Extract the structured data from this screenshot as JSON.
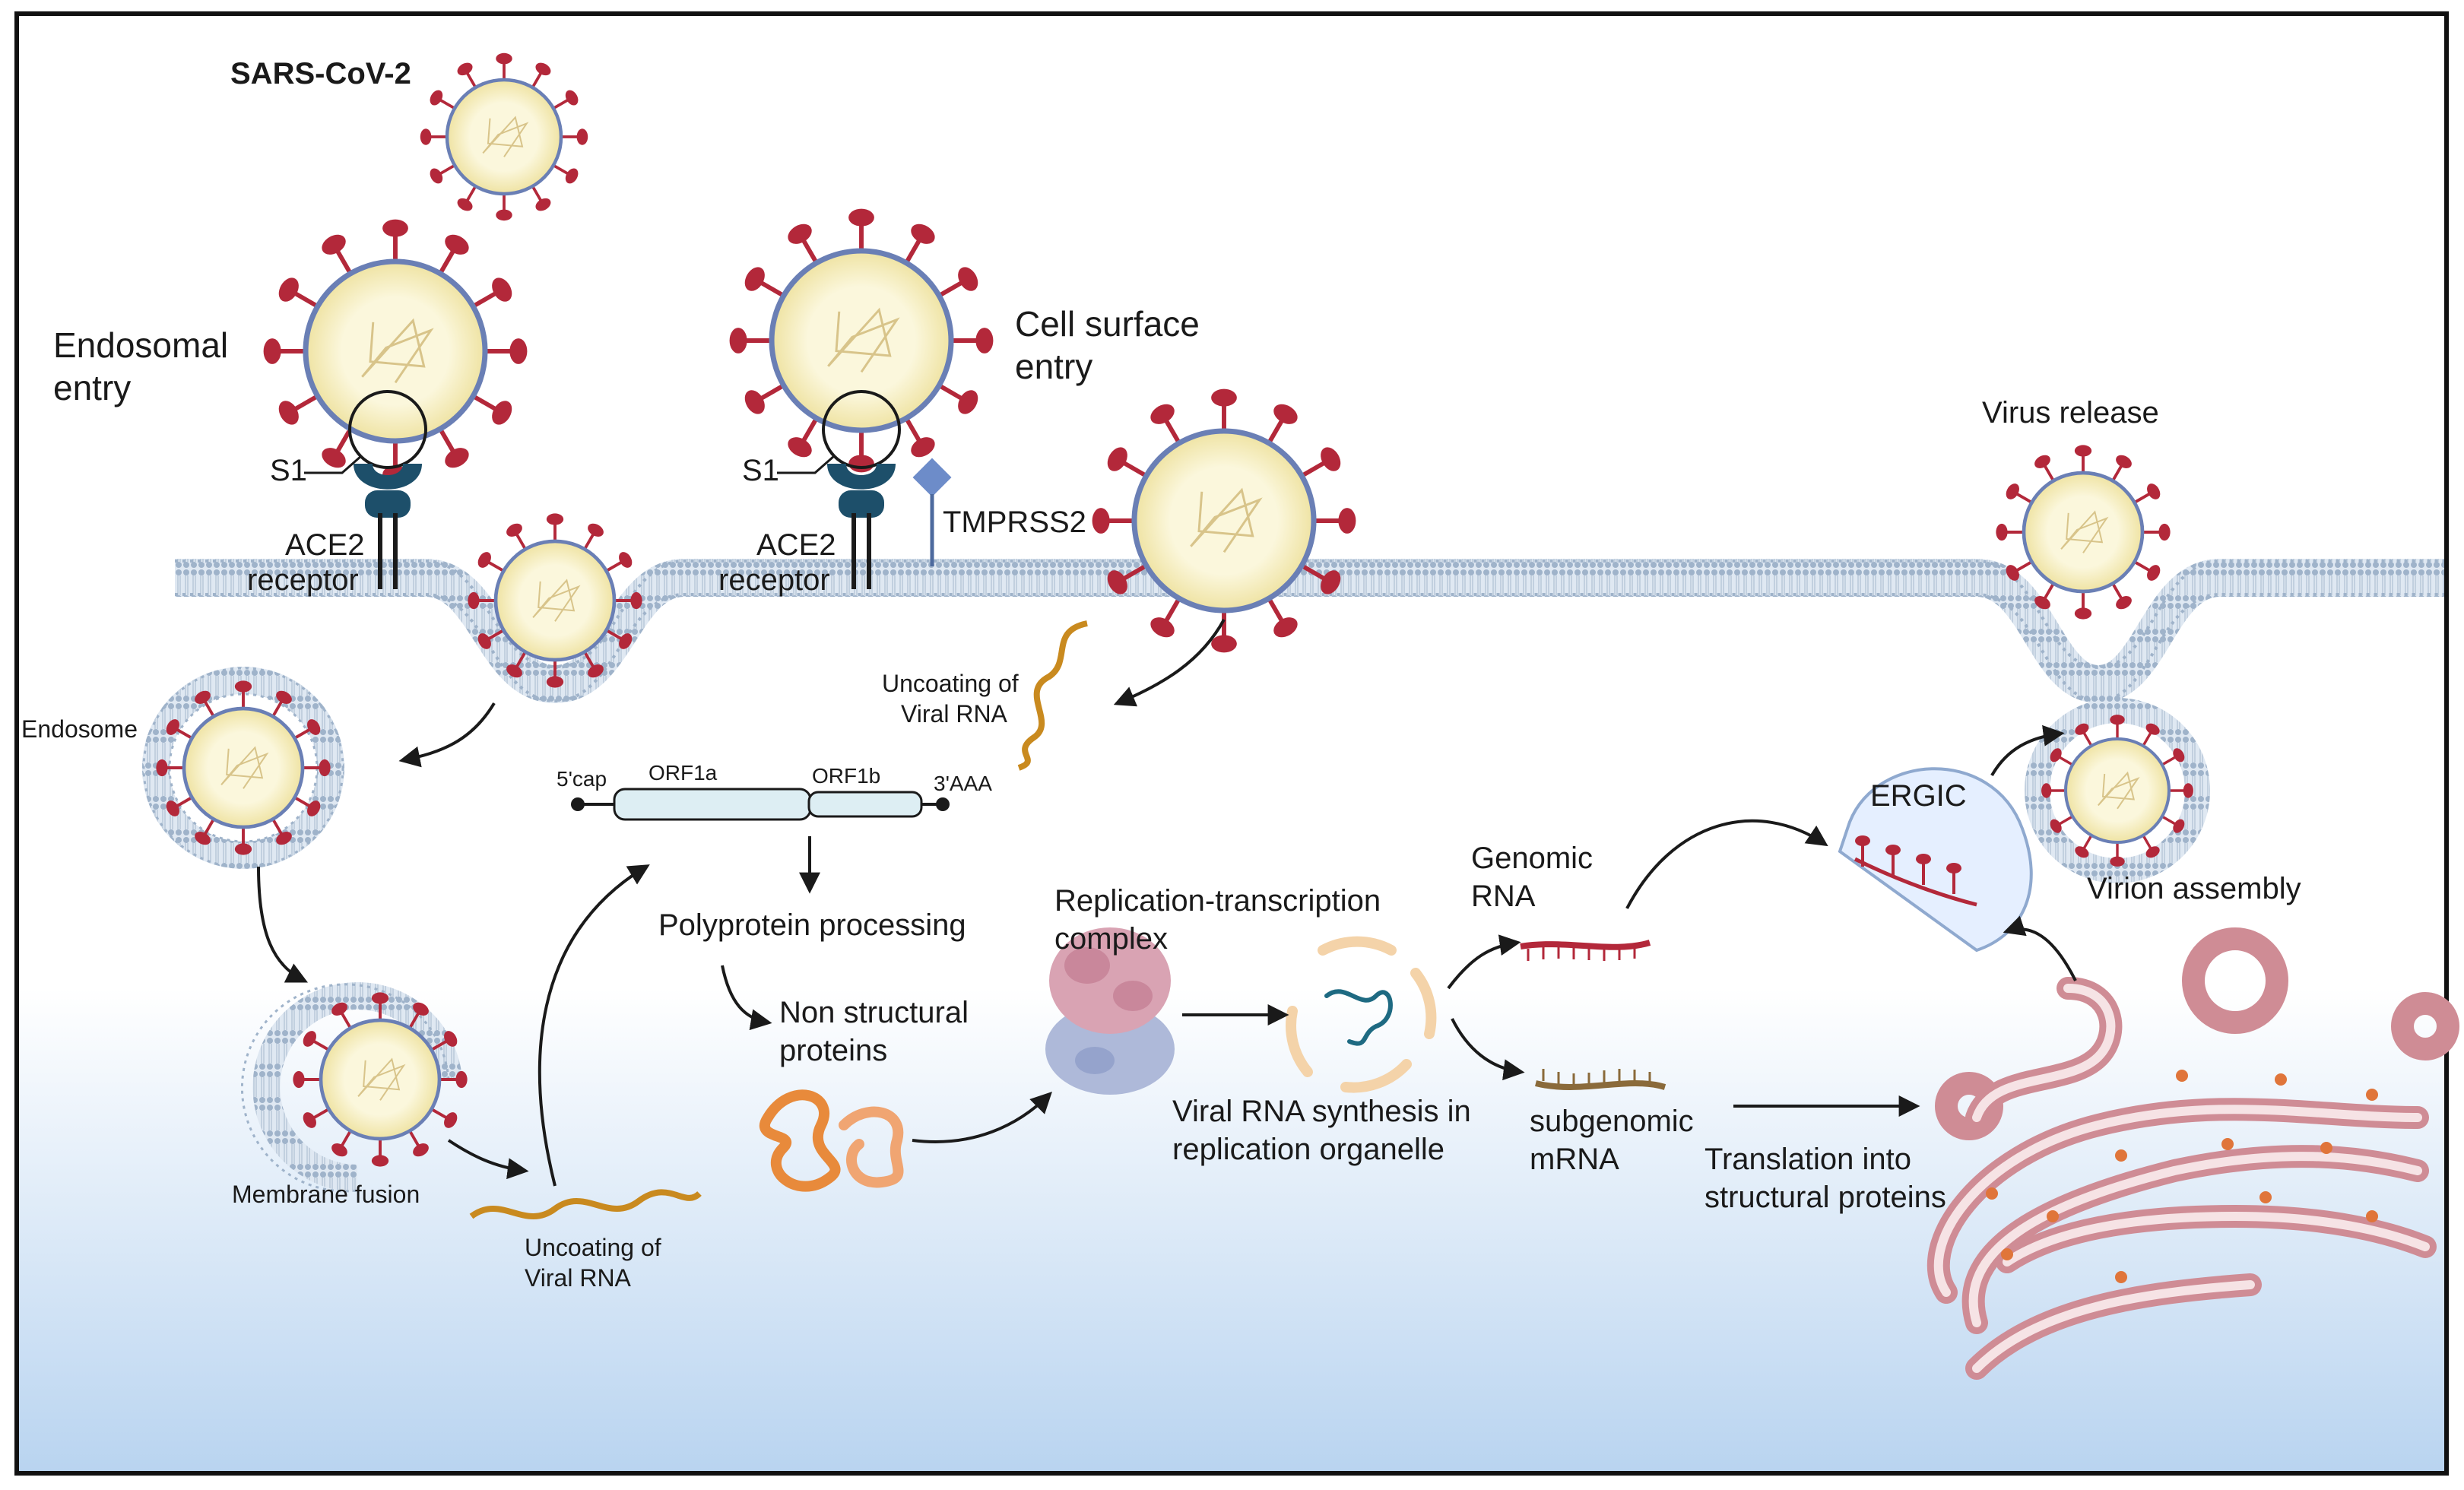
{
  "labels": {
    "virus": "SARS-CoV-2",
    "endosomal_entry": [
      "Endosomal",
      "entry"
    ],
    "cell_surface_entry": [
      "Cell surface",
      "entry"
    ],
    "s1": "S1",
    "ace2_receptor": [
      "ACE2",
      "receptor"
    ],
    "tmprss2": "TMPRSS2",
    "endosome": "Endosome",
    "membrane_fusion": "Membrane fusion",
    "uncoating_viral_rna": [
      "Uncoating of",
      "Viral RNA"
    ],
    "five_cap": "5'cap",
    "orf1a": "ORF1a",
    "orf1b": "ORF1b",
    "three_aaa": "3'AAA",
    "polyprotein_processing": "Polyprotein processing",
    "non_structural_proteins": [
      "Non structural",
      "proteins"
    ],
    "replication_transcription_complex": [
      "Replication-transcription",
      "complex"
    ],
    "viral_rna_synthesis": [
      "Viral RNA synthesis in",
      "replication organelle"
    ],
    "genomic_rna": [
      "Genomic",
      "RNA"
    ],
    "subgenomic_mrna": [
      "subgenomic",
      "mRNA"
    ],
    "translation": [
      "Translation into",
      "structural proteins"
    ],
    "ergic": "ERGIC",
    "virion_assembly": "Virion assembly",
    "virus_release": "Virus release"
  },
  "colors": {
    "spike": "#b3283a",
    "envelope": "#6a7fb5",
    "virus_core": "#f7f1c8",
    "receptor": "#1d4f6a",
    "tmprss2": "#6d8cc9",
    "membrane": "#aebfd3",
    "genome_rna": "#c98a1f",
    "nsp": "#e88a3b",
    "er": "#d8a0a6",
    "rtc_top": "#d9a3b3",
    "rtc_bottom": "#aeb9d9"
  }
}
